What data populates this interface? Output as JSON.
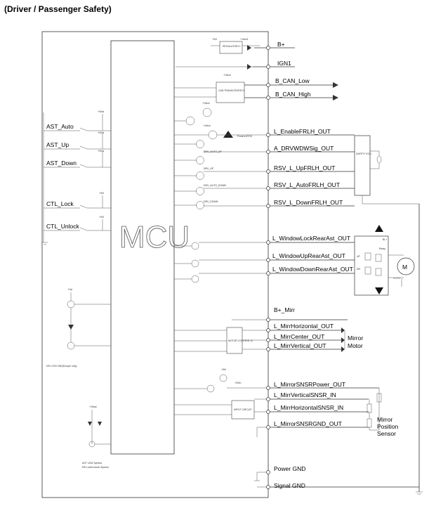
{
  "title": "(Driver / Passenger Safety)",
  "mcu_label": "MCU",
  "left_inputs": [
    {
      "label": "AST_Auto",
      "supply": "+5Va"
    },
    {
      "label": "AST_Up",
      "supply": "+5Va"
    },
    {
      "label": "AST_Down",
      "supply": "+5Va"
    },
    {
      "label": "CTL_Lock",
      "supply": "+5V"
    },
    {
      "label": "CTL_Unlock",
      "supply": "+5V"
    }
  ],
  "right_pins": [
    {
      "label": "B+"
    },
    {
      "label": "IGN1"
    },
    {
      "label": "B_CAN_Low"
    },
    {
      "label": "B_CAN_High"
    },
    {
      "label": "L_EnableFRLH_OUT"
    },
    {
      "label": "A_DRVWDWSig_OUT"
    },
    {
      "label": "RSV_L_UpFRLH_OUT"
    },
    {
      "label": "RSV_L_AutoFRLH_OUT"
    },
    {
      "label": "RSV_L_DownFRLH_OUT"
    },
    {
      "label": "L_WindowLockRearAst_OUT"
    },
    {
      "label": "L_WindowUpRearAst_OUT"
    },
    {
      "label": "L_WindowDownRearAst_OUT"
    },
    {
      "label": "B+_Mirr"
    },
    {
      "label": "L_MirrHorizontal_OUT"
    },
    {
      "label": "L_MirrCenter_OUT"
    },
    {
      "label": "L_MirrVertical_OUT"
    },
    {
      "label": "L_MirrorSNSRPower_OUT"
    },
    {
      "label": "L_MirrVerticalSNSR_IN"
    },
    {
      "label": "L_MirrHorizontalSNSR_IN"
    },
    {
      "label": "L_MirrorSNSRGND_OUT"
    },
    {
      "label": "Power GND"
    },
    {
      "label": "Signal GND"
    }
  ],
  "blocks": {
    "regulator": "REGULATOR IC",
    "can": "CAN TRANSCEIVER IC",
    "safety_ecu": "SAFETY ECU",
    "mirror_driver": "MOTOR CONTROL IC",
    "sensor_circuit": "INPUT CIRCUIT",
    "relay": "Relay",
    "bl": "BL+",
    "motor_symbol": "M"
  },
  "small_text": {
    "vp": "+Vp",
    "vbat": "+Vbat",
    "p5v": "+5V",
    "p5va": "+5Va",
    "vbd1": "+Vbd1",
    "vbot": "+Vbot",
    "power_latch": "PowerLATCH",
    "drv_auto_up": "DRV_AUTO_UP",
    "drv_up": "DRV_UP",
    "drv_auto_down": "DRV_AUTO_DOWN",
    "drv_down": "DRV_DOWN",
    "dr_lock": "DR LOCK IND(Europe only)",
    "ast_ldw": "AST LDW Symbol",
    "dr_lock_unlock": "DR Lock/Unlock Symbol",
    "up": "UP",
    "dn": "DN",
    "p5vh": "+5Vh",
    "p8v": "+8V"
  },
  "mirror_motor": [
    "Mirror",
    "Motor"
  ],
  "mirror_sensor": [
    "Mirror",
    "Position",
    "Sensor"
  ]
}
